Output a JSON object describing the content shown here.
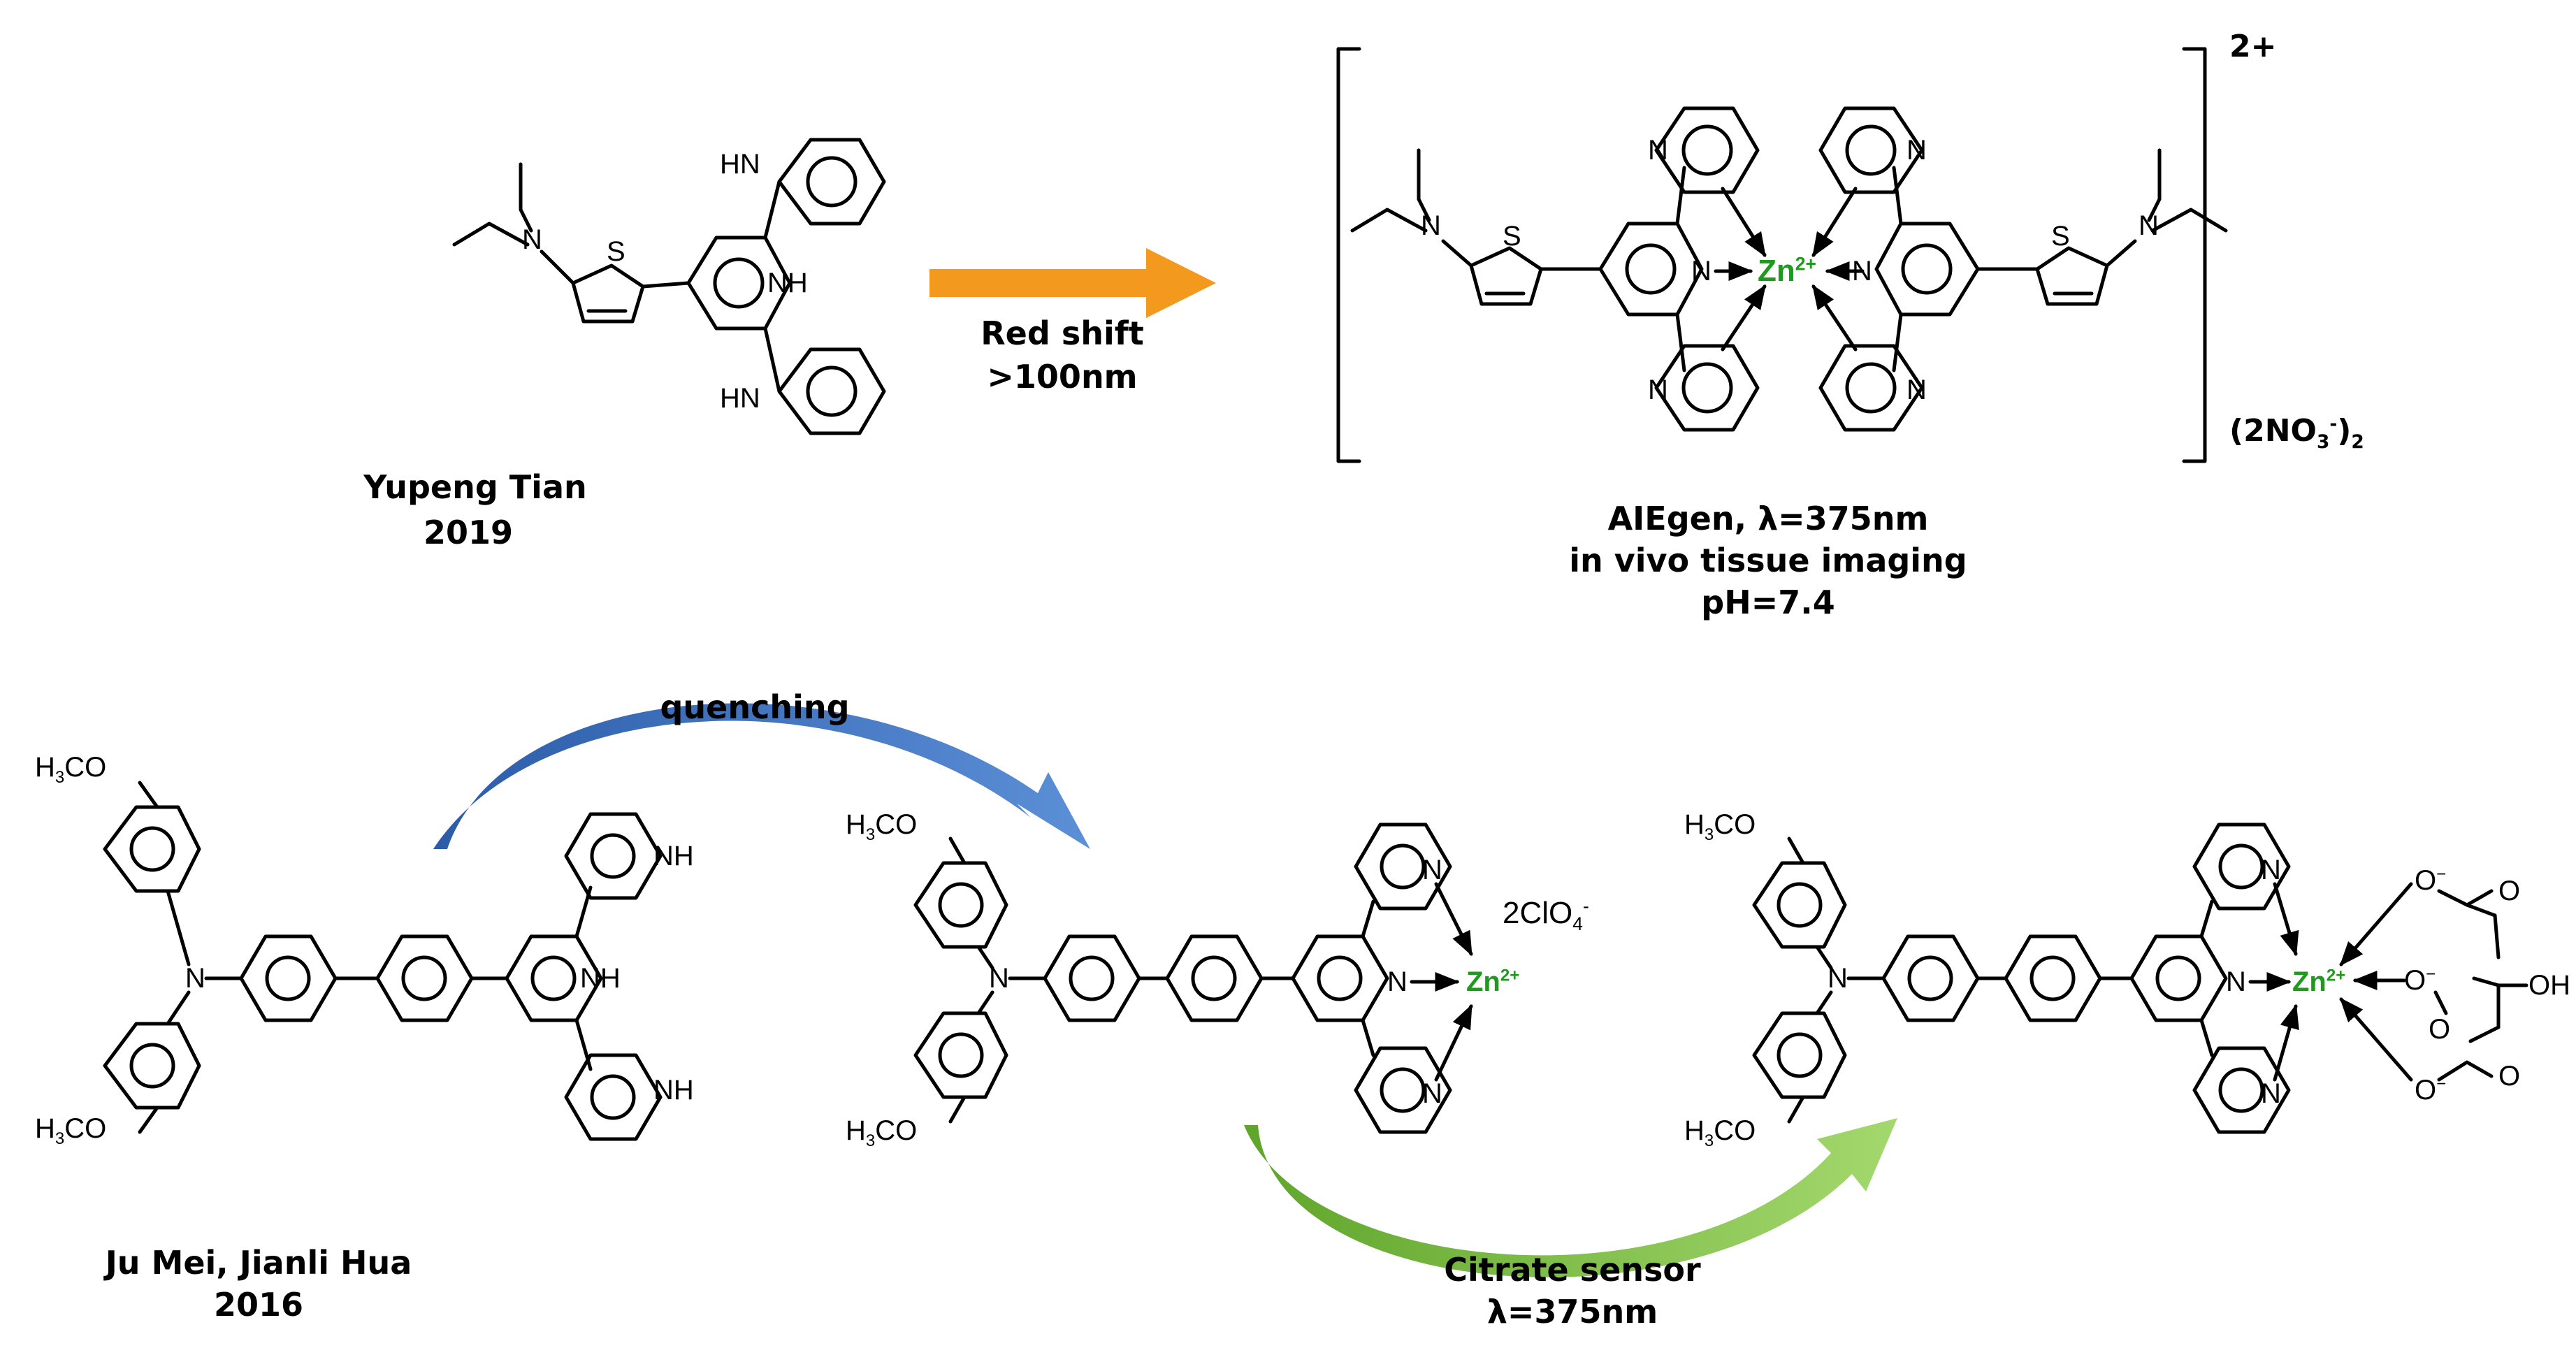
{
  "top_left": {
    "author": "Yupeng Tian",
    "year": "2019",
    "atom_labels": {
      "n_amine": "N",
      "s": "S",
      "hn_top": "HN",
      "nh_center": "NH",
      "hn_bottom": "HN"
    }
  },
  "top_arrow": {
    "label_line1": "Red shift",
    "label_line2": ">100nm",
    "color": "#f39a1e"
  },
  "top_right": {
    "charge": "2+",
    "counterion": "(2NO",
    "counterion_sub": "3",
    "counterion_sup": "-",
    "counterion_close": ")",
    "counterion_sub2": "2",
    "metal": "Zn",
    "metal_charge": "2+",
    "caption_line1": "AIEgen, λ=375nm",
    "caption_line2": "in vivo tissue imaging",
    "caption_line3": "pH=7.4",
    "atom_labels": {
      "n": "N",
      "s": "S"
    }
  },
  "bottom": {
    "quench_arrow": {
      "label": "quenching",
      "color": "#3b6fc2"
    },
    "citrate_arrow": {
      "label_line1": "Citrate sensor",
      "label_line2": "λ=375nm",
      "color": "#7dc142"
    },
    "authors": "Ju Mei, Jianli Hua",
    "year": "2016",
    "methoxy_prefix": "H",
    "methoxy_sub": "3",
    "methoxy_suffix": "CO",
    "counterion": "2ClO",
    "counterion_sub": "4",
    "counterion_sup": "-",
    "metal": "Zn",
    "metal_charge": "2+",
    "atom_labels": {
      "n": "N",
      "nh": "NH",
      "o": "O",
      "o_minus": "O",
      "minus": "−",
      "oh": "OH"
    }
  },
  "colors": {
    "zinc": "#1f9a1f",
    "bond": "#000000"
  }
}
